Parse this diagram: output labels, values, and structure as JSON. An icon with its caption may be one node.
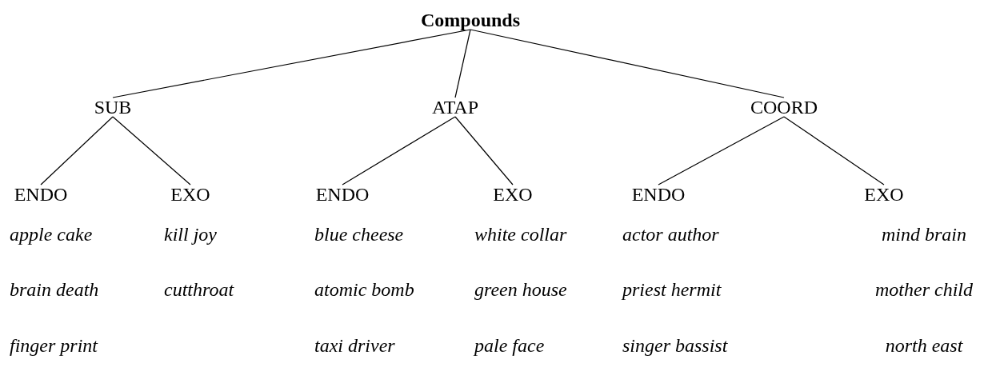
{
  "diagram": {
    "nodes": [
      {
        "text": [
          "Compounds"
        ]
      },
      {
        "text": [
          "SUB"
        ]
      },
      {
        "text": [
          "ATAP"
        ]
      },
      {
        "text": [
          "COORD"
        ]
      },
      {
        "text": [
          "ENDO"
        ],
        "beside": [
          "apple cake",
          "brain death",
          "finger print"
        ]
      },
      {
        "text": [
          "EXO"
        ],
        "beside": [
          "kill joy",
          "cutthroat"
        ]
      },
      {
        "text": [
          "ENDO"
        ],
        "beside": [
          "blue cheese",
          "atomic bomb",
          "taxi driver"
        ]
      },
      {
        "text": [
          "EXO"
        ],
        "beside": [
          "white collar",
          "green house",
          "pale face"
        ]
      },
      {
        "text": [
          "ENDO"
        ],
        "beside": [
          "actor author",
          "priest hermit",
          "singer bassist"
        ]
      },
      {
        "text": [
          "EXO"
        ],
        "beside": [
          "mind brain",
          "mother child",
          "north east"
        ]
      }
    ],
    "edges": [
      {
        "from": 0,
        "to": 1,
        "arrow": "none"
      },
      {
        "from": 0,
        "to": 2,
        "arrow": "none"
      },
      {
        "from": 0,
        "to": 3,
        "arrow": "none"
      },
      {
        "from": 1,
        "to": 4,
        "arrow": "none"
      },
      {
        "from": 1,
        "to": 5,
        "arrow": "none"
      },
      {
        "from": 2,
        "to": 6,
        "arrow": "none"
      },
      {
        "from": 2,
        "to": 7,
        "arrow": "none"
      },
      {
        "from": 3,
        "to": 8,
        "arrow": "none"
      },
      {
        "from": 3,
        "to": 9,
        "arrow": "none"
      }
    ]
  }
}
